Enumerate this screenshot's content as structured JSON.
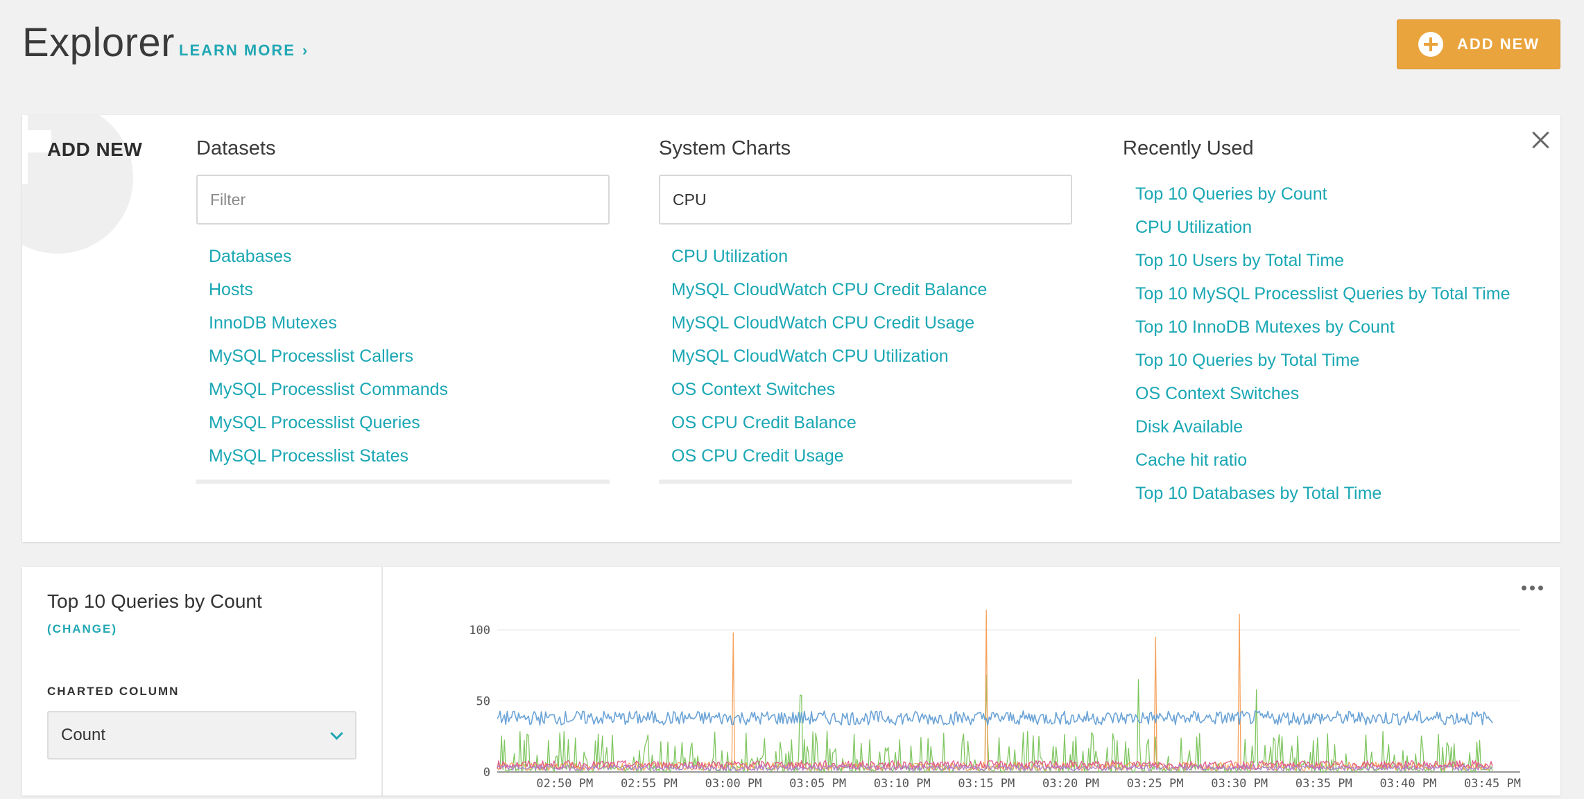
{
  "header": {
    "title": "Explorer",
    "learn_more": "LEARN MORE",
    "learn_more_icon": "chevron-right-icon",
    "add_new_button": "ADD NEW",
    "add_new_icon": "plus-circle-icon",
    "accent_color": "#eaa43d",
    "link_color": "#20a7b3"
  },
  "add_panel": {
    "label": "ADD NEW",
    "close_icon": "close-icon",
    "datasets": {
      "heading": "Datasets",
      "filter_placeholder": "Filter",
      "filter_value": "",
      "items": [
        "Databases",
        "Hosts",
        "InnoDB Mutexes",
        "MySQL Processlist Callers",
        "MySQL Processlist Commands",
        "MySQL Processlist Queries",
        "MySQL Processlist States"
      ]
    },
    "system_charts": {
      "heading": "System Charts",
      "filter_value": "CPU",
      "items": [
        "CPU Utilization",
        "MySQL CloudWatch CPU Credit Balance",
        "MySQL CloudWatch CPU Credit Usage",
        "MySQL CloudWatch CPU Utilization",
        "OS Context Switches",
        "OS CPU Credit Balance",
        "OS CPU Credit Usage"
      ]
    },
    "recently_used": {
      "heading": "Recently Used",
      "items": [
        "Top 10 Queries by Count",
        "CPU Utilization",
        "Top 10 Users by Total Time",
        "Top 10 MySQL Processlist Queries by Total Time",
        "Top 10 InnoDB Mutexes by Count",
        "Top 10 Queries by Total Time",
        "OS Context Switches",
        "Disk Available",
        "Cache hit ratio",
        "Top 10 Databases by Total Time"
      ]
    }
  },
  "chart_card": {
    "title": "Top 10 Queries by Count",
    "change_link": "(CHANGE)",
    "charted_column_label": "CHARTED COLUMN",
    "charted_column_value": "Count",
    "menu_icon": "more-horizontal-icon"
  },
  "chart_data": {
    "type": "line",
    "x_tick_labels": [
      "02:50 PM",
      "02:55 PM",
      "03:00 PM",
      "03:05 PM",
      "03:10 PM",
      "03:15 PM",
      "03:20 PM",
      "03:25 PM",
      "03:30 PM",
      "03:35 PM",
      "03:40 PM",
      "03:45 PM"
    ],
    "y_ticks": [
      0,
      50,
      100
    ],
    "ylim": [
      0,
      120
    ],
    "xlim": [
      "02:46 PM",
      "03:45 PM"
    ],
    "grid": true,
    "series": [
      {
        "color": "#6ba3d6",
        "approx_level": 38,
        "noise": 5
      },
      {
        "color": "#f5a25d",
        "approx_level": 4,
        "noise": 3,
        "spikes": [
          [
            "03:00 PM",
            98
          ],
          [
            "03:15 PM",
            114
          ],
          [
            "03:25 PM",
            95
          ],
          [
            "03:30 PM",
            111
          ]
        ]
      },
      {
        "color": "#7fc660",
        "approx_level": 6,
        "noise": 16,
        "spikes": [
          [
            "03:04 PM",
            54
          ],
          [
            "03:15 PM",
            68
          ],
          [
            "03:24 PM",
            65
          ],
          [
            "03:31 PM",
            58
          ]
        ]
      },
      {
        "color": "#e05a8a",
        "approx_level": 5,
        "noise": 3
      },
      {
        "color": "#b07fd0",
        "approx_level": 3,
        "noise": 2
      }
    ]
  }
}
